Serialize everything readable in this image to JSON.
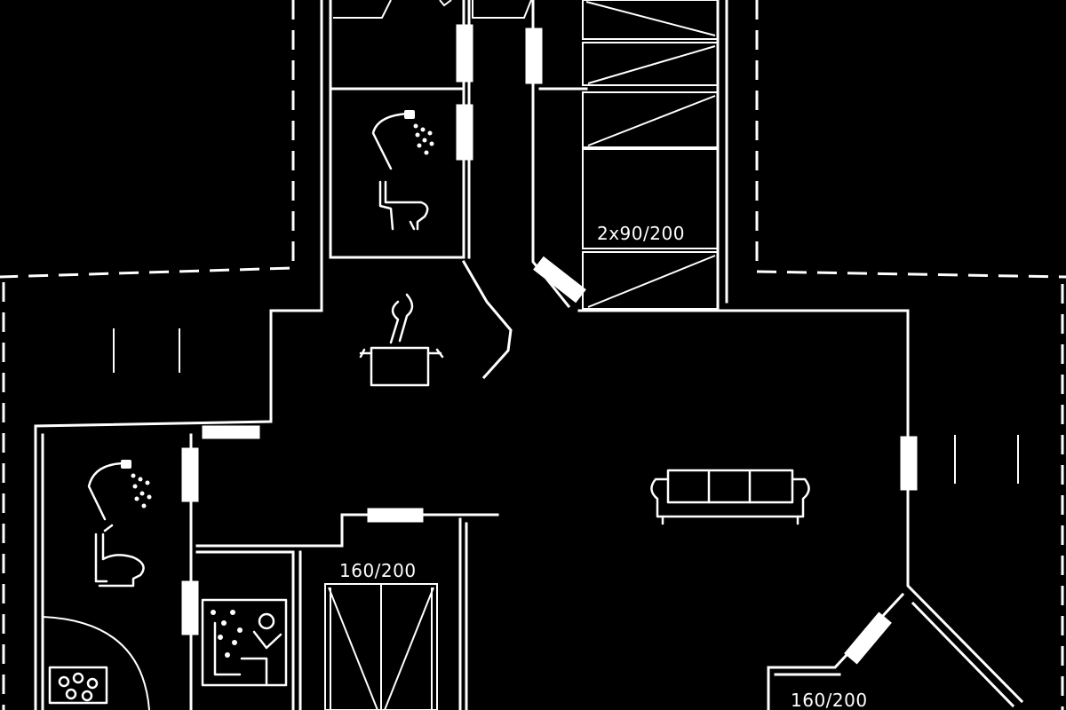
{
  "plan": {
    "labels": {
      "bunk_bed": "2x90/200",
      "bed_left": "160/200",
      "bed_right": "160/200"
    },
    "icons": [
      "shower-icon",
      "toilet-icon",
      "kitchen-pot-icon",
      "sofa-icon",
      "sauna-icon",
      "bunk-bed-icon",
      "double-bed-icon"
    ]
  }
}
